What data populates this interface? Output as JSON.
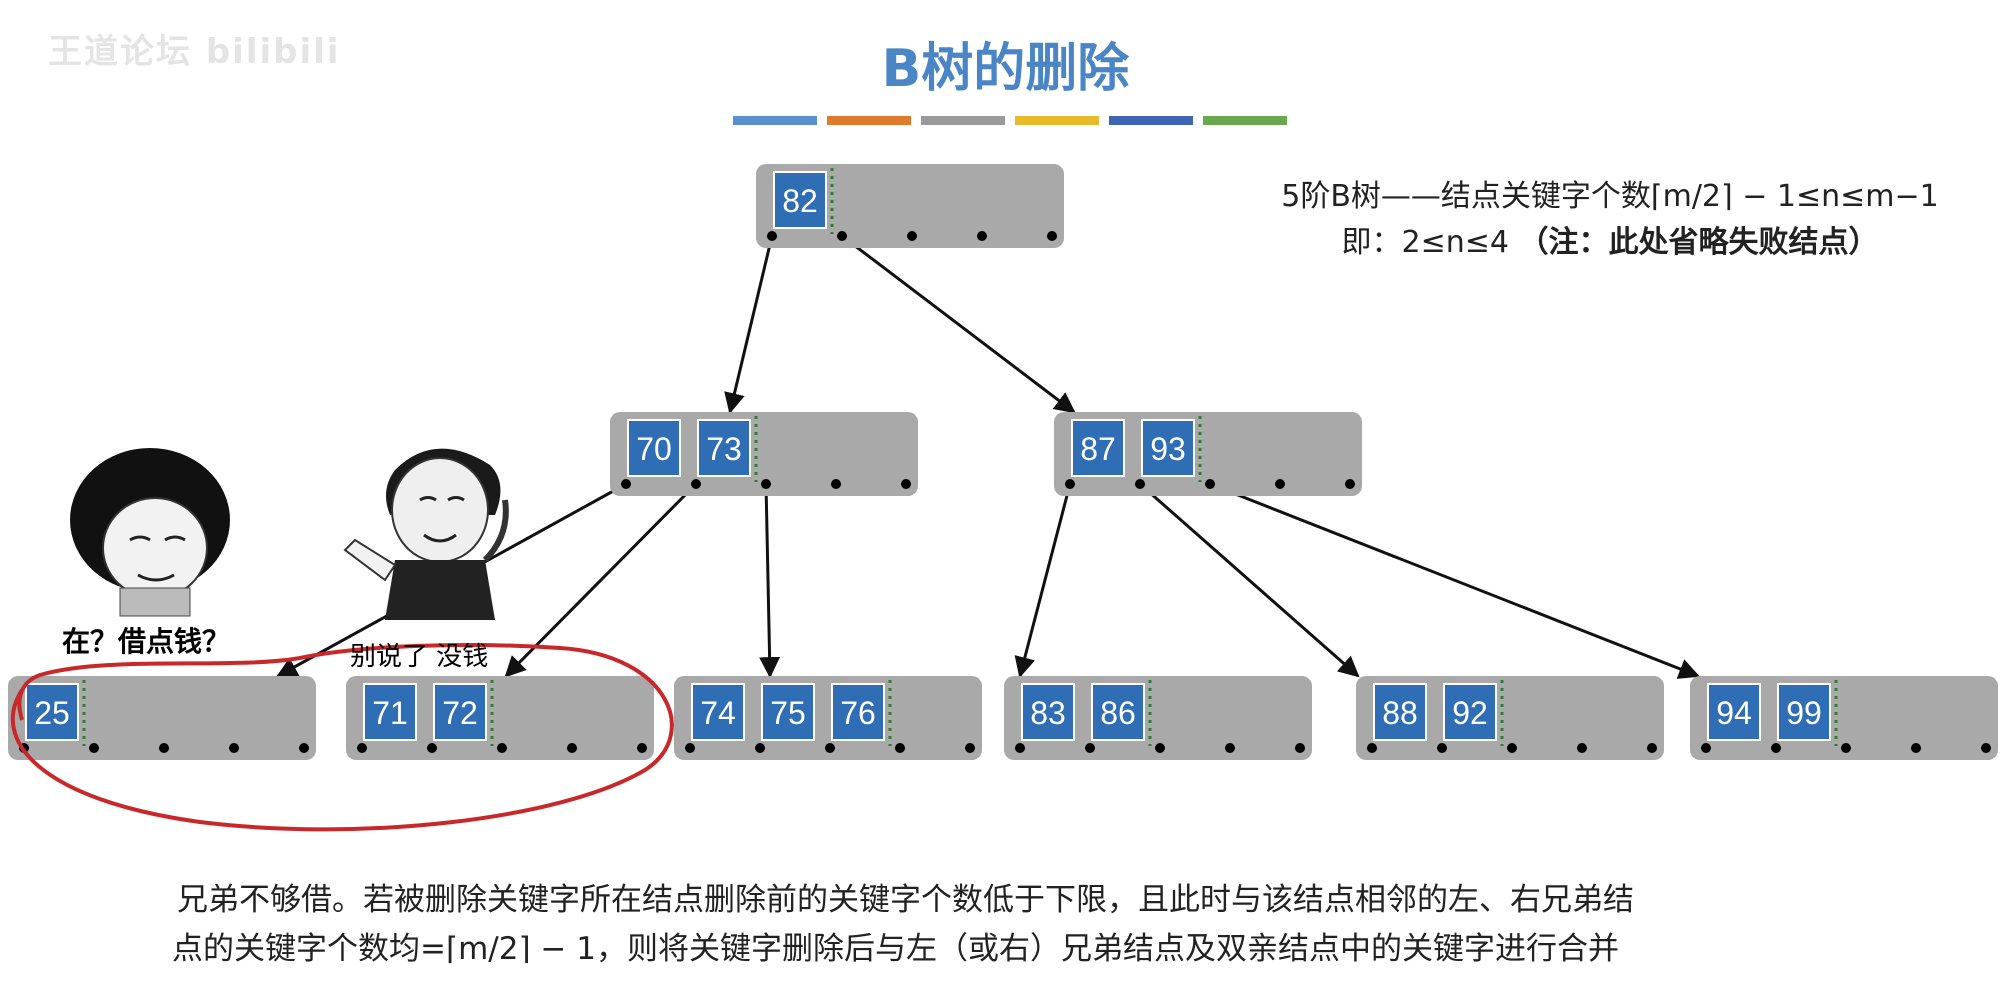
{
  "watermark": "王道论坛 bilibili",
  "title": "B树的删除",
  "title_color": "#4a86c5",
  "color_bar": [
    "#5b8fcf",
    "#e07a2e",
    "#9a9a9a",
    "#e8b92b",
    "#3f63b5",
    "#6aa84f"
  ],
  "note": {
    "line1": "5阶B树——结点关键字个数⌈m/2⌉ − 1≤n≤m−1",
    "line2_main": "即：2≤n≤4 ",
    "line2_paren": "（注：此处省略失败结点）"
  },
  "tree": {
    "root": {
      "keys": [
        "82"
      ]
    },
    "level1": [
      {
        "keys": [
          "70",
          "73"
        ]
      },
      {
        "keys": [
          "87",
          "93"
        ]
      }
    ],
    "leaves": [
      {
        "keys": [
          "25"
        ]
      },
      {
        "keys": [
          "71",
          "72"
        ]
      },
      {
        "keys": [
          "74",
          "75",
          "76"
        ]
      },
      {
        "keys": [
          "83",
          "86"
        ]
      },
      {
        "keys": [
          "88",
          "92"
        ]
      },
      {
        "keys": [
          "94",
          "99"
        ]
      }
    ],
    "node_color": "#a9a9a9",
    "key_color": "#2f6db5"
  },
  "meme": {
    "left_caption": "在？借点钱？",
    "right_caption": "别说了 没钱"
  },
  "caption": {
    "line1": "兄弟不够借。若被删除关键字所在结点删除前的关键字个数低于下限，且此时与该结点相邻的左、右兄弟结",
    "line2": "点的关键字个数均=⌈m/2⌉ − 1，则将关键字删除后与左（或右）兄弟结点及双亲结点中的关键字进行合并"
  },
  "highlight_color": "#c9282a"
}
